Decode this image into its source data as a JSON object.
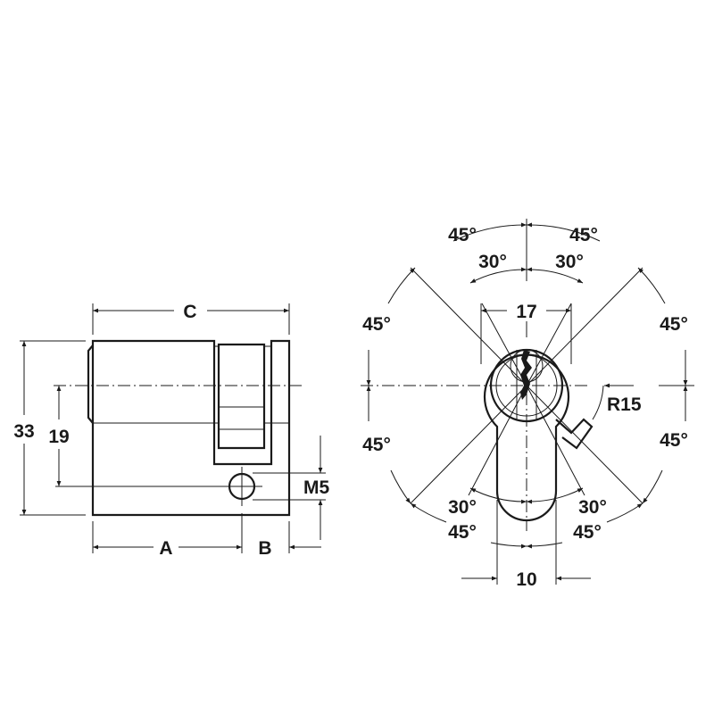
{
  "side_view": {
    "dim_c": "C",
    "dim_a": "A",
    "dim_b": "B",
    "dim_height": "33",
    "dim_axis": "19",
    "dim_thread": "M5"
  },
  "front_view": {
    "angle_top_left_outer": "45°",
    "angle_top_right_outer": "45°",
    "angle_top_left_inner": "30°",
    "angle_top_right_inner": "30°",
    "angle_left_upper": "45°",
    "angle_right_upper": "45°",
    "angle_left_lower": "45°",
    "angle_right_lower": "45°",
    "angle_bottom_left_inner": "30°",
    "angle_bottom_right_inner": "30°",
    "angle_bottom_left_outer": "45°",
    "angle_bottom_right_outer": "45°",
    "dim_width_top": "17",
    "dim_radius": "R15",
    "dim_width_bottom": "10"
  },
  "colors": {
    "line": "#1a1a1a",
    "background": "#ffffff"
  }
}
